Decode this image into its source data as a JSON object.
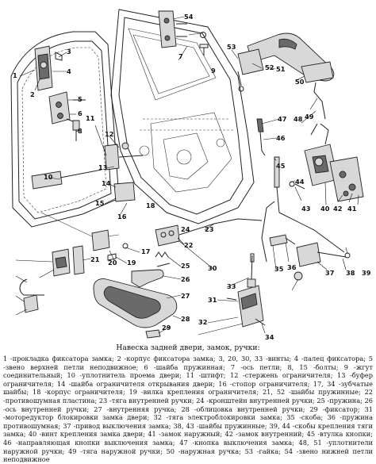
{
  "caption": {
    "title": "Навеска задней двери, замок, ручки:",
    "legend": "1 -прокладка фиксатора замка; 2 -корпус фиксатора замка; 3, 20, 30, 33 -винты; 4 -палец фиксатора; 5 -звено верхней петли неподвижное; 6 -шайба пружинная; 7 -ось петли; 8, 15 -болты; 9 -жгут соединительный; 10 -уплотнитель проема двери; 11 -штифт; 12 -стержень ограничителя; 13 -буфер ограничителя; 14 -шайба ограничителя открывания двери; 16 -стопор ограничителя; 17, 34 -зубчатые шайбы; 18 -корпус ограничителя; 19 -вилка крепления ограничителя; 21, 52 -шайбы пружинные; 22 -противошумная пластина; 23 -тяга внутренней ручки; 24 -кронштейн внутренней ручки; 25 -пружина; 26 -ось внутренней ручки; 27 -внутренняя ручка; 28 -облицовка внутренней ручки; 29 -фиксатор; 31 -моторедуктор блокировки замка двери; 32 -тяга электроблокировки замка; 35 -скоба; 36 -пружина противошумная; 37 -привод выключения замка; 38, 43 -шайбы пружинные; 39, 44 -скобы крепления тяги замка; 40 -винт крепления замка двери; 41 -замок наружный; 42 -замок внутренний; 45 -втулка кнопки; 46 -направляющая кнопки выключения замка; 47 -кнопка выключения замка; 48, 51 -уплотнители наружной ручки; 49 -тяга наружной ручки; 50 -наружная ручка; 53 -гайка; 54 -звено нижней петли неподвижное"
  },
  "callouts": [
    "1",
    "2",
    "3",
    "4",
    "5",
    "6",
    "7",
    "8",
    "9",
    "10",
    "11",
    "12",
    "13",
    "14",
    "15",
    "16",
    "17",
    "18",
    "19",
    "20",
    "21",
    "22",
    "23",
    "24",
    "25",
    "26",
    "27",
    "28",
    "29",
    "30",
    "31",
    "32",
    "33",
    "34",
    "35",
    "36",
    "37",
    "38",
    "39",
    "40",
    "41",
    "42",
    "43",
    "44",
    "45",
    "46",
    "47",
    "48",
    "49",
    "50",
    "51",
    "52",
    "53",
    "54"
  ]
}
